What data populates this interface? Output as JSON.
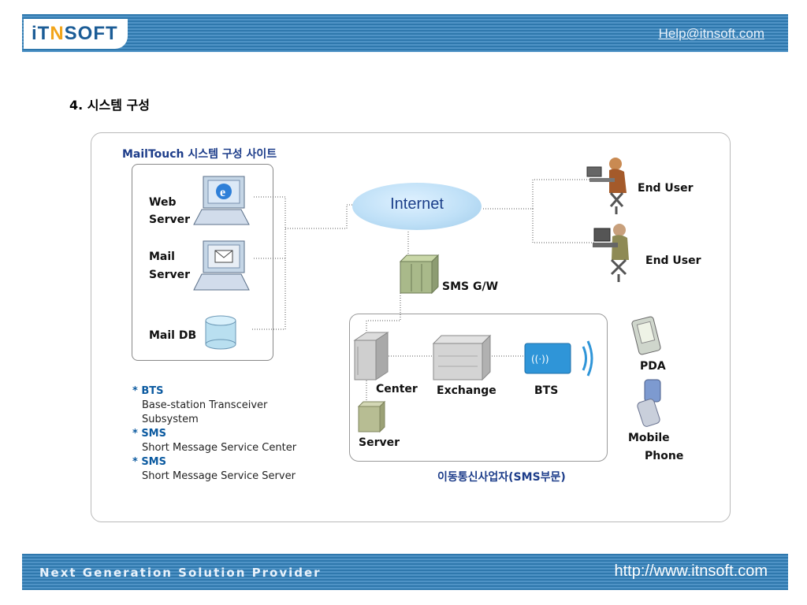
{
  "header": {
    "logo": {
      "part1": "iT",
      "part2": "N",
      "part3": "SOFT"
    },
    "help_email": "Help@itnsoft.com"
  },
  "section_title": "4. 시스템 구성",
  "diagram": {
    "site_title": "MailTouch 시스템 구성 사이트",
    "web_server": [
      "Web",
      "Server"
    ],
    "mail_server": [
      "Mail",
      "Server"
    ],
    "mail_db": "Mail DB",
    "internet": "Internet",
    "sms_gw": "SMS G/W",
    "end_user_1": "End User",
    "end_user_2": "End User",
    "center": "Center",
    "exchange": "Exchange",
    "bts": "BTS",
    "server": "Server",
    "pda": "PDA",
    "mobile_phone": [
      "Mobile",
      "Phone"
    ],
    "carrier_label": "이동통신사업자(SMS부문)",
    "icons": [
      "web-server-icon",
      "mail-server-icon",
      "database-icon",
      "cloud-icon",
      "gateway-rack-icon",
      "user-laptop-icon",
      "user-desktop-icon",
      "tower-server-icon",
      "exchange-icon",
      "bts-icon",
      "server-icon",
      "pda-icon",
      "mobile-phone-icon"
    ]
  },
  "legend": [
    {
      "abbr": "* BTS",
      "desc": [
        "Base-station Transceiver",
        "Subsystem"
      ]
    },
    {
      "abbr": "* SMS",
      "desc": [
        "Short Message Service Center"
      ]
    },
    {
      "abbr": "* SMS",
      "desc": [
        "Short Message Service Server"
      ]
    }
  ],
  "footer": {
    "tagline": "Next Generation Solution Provider",
    "url": "http://www.itnsoft.com"
  },
  "colors": {
    "band": "#2f78ad",
    "title_blue": "#1d3d8a",
    "legend_blue": "#0b5aa0"
  }
}
